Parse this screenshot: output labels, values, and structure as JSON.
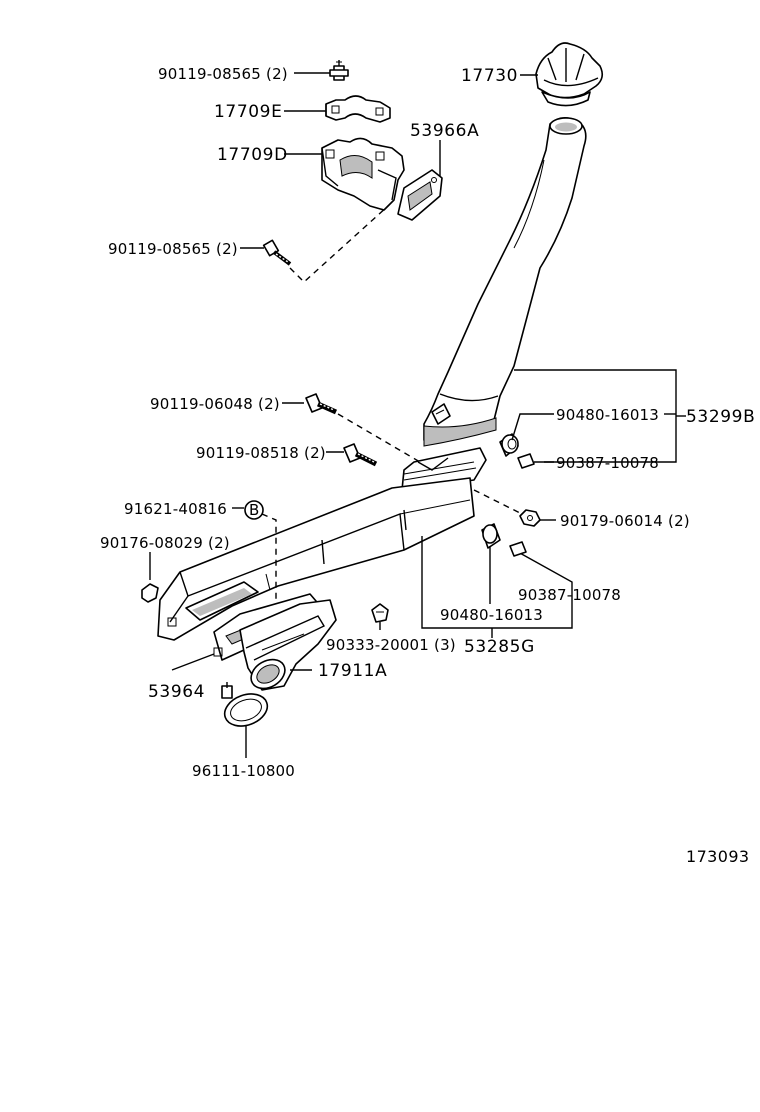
{
  "diagram_id": "173093",
  "labels": {
    "p90119_08565_top": "90119-08565 (2)",
    "p17709E": "17709E",
    "p17709D": "17709D",
    "p53966A": "53966A",
    "p90119_08565_mid": "90119-08565 (2)",
    "p17730": "17730",
    "p90119_06048": "90119-06048 (2)",
    "p90119_08518": "90119-08518 (2)",
    "p90480_16013_a": "90480-16013",
    "p53299B": "53299B",
    "p90387_10078_a": "90387-10078",
    "p91621_40816": "91621-40816",
    "ref_B": "B",
    "p90179_06014": "90179-06014 (2)",
    "p90176_08029": "90176-08029 (2)",
    "p90387_10078_b": "90387-10078",
    "p90480_16013_b": "90480-16013",
    "p90333_20001": "90333-20001 (3)",
    "p53285G": "53285G",
    "p53964": "53964",
    "p17911A": "17911A",
    "p96111_10800": "96111-10800"
  }
}
